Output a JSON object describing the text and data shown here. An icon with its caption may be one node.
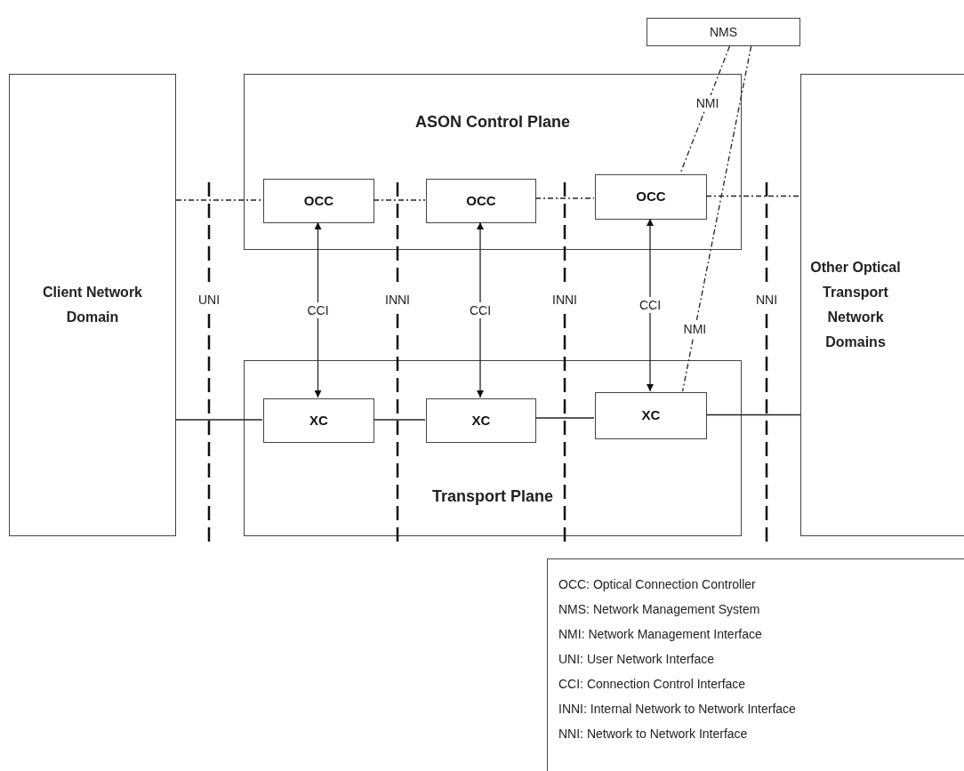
{
  "diagram": {
    "nodes": [
      {
        "text": [
          "NMS"
        ]
      },
      {
        "text": [
          "Client Network Domain"
        ]
      },
      {
        "text": [
          "ASON Control Plane"
        ]
      },
      {
        "text": [
          "OCC"
        ],
        "in": 2
      },
      {
        "text": [
          "OCC"
        ],
        "in": 2
      },
      {
        "text": [
          "OCC"
        ],
        "in": 2
      },
      {
        "text": [
          "Other Optical Transport Network Domains"
        ]
      },
      {
        "text": [
          "Transport Plane"
        ]
      },
      {
        "text": [
          "XC"
        ],
        "in": 7
      },
      {
        "text": [
          "XC"
        ],
        "in": 7
      },
      {
        "text": [
          "XC"
        ],
        "in": 7
      },
      {
        "text": [
          "OCC: Optical Connection Controller",
          "NMS: Network Management System",
          "NMI: Network Management Interface",
          "UNI: User Network Interface",
          "CCI: Connection Control Interface",
          "INNI: Internal Network to Network Interface",
          "NNI: Network to Network Interface"
        ]
      }
    ],
    "edges": [
      {
        "from": 1,
        "to": 3,
        "arrow": "none",
        "style": "dashed"
      },
      {
        "from": 3,
        "to": 4,
        "arrow": "none",
        "style": "dashed"
      },
      {
        "from": 4,
        "to": 5,
        "arrow": "none",
        "style": "dashed"
      },
      {
        "from": 5,
        "to": 6,
        "arrow": "none",
        "style": "dashed"
      },
      {
        "from": 3,
        "to": 8,
        "arrow": "both",
        "label": "CCI"
      },
      {
        "from": 4,
        "to": 9,
        "arrow": "both",
        "label": "CCI"
      },
      {
        "from": 5,
        "to": 10,
        "arrow": "both",
        "label": "CCI"
      },
      {
        "from": 1,
        "to": 8,
        "arrow": "none"
      },
      {
        "from": 8,
        "to": 9,
        "arrow": "none"
      },
      {
        "from": 9,
        "to": 10,
        "arrow": "none"
      },
      {
        "from": 10,
        "to": 6,
        "arrow": "none"
      },
      {
        "from": 0,
        "to": 5,
        "arrow": "none",
        "style": "dashed",
        "label": "NMI"
      },
      {
        "from": 0,
        "to": 10,
        "arrow": "none",
        "style": "dashed",
        "label": "NMI"
      }
    ],
    "labels": [
      "UNI",
      "INNI",
      "INNI",
      "NNI"
    ]
  }
}
